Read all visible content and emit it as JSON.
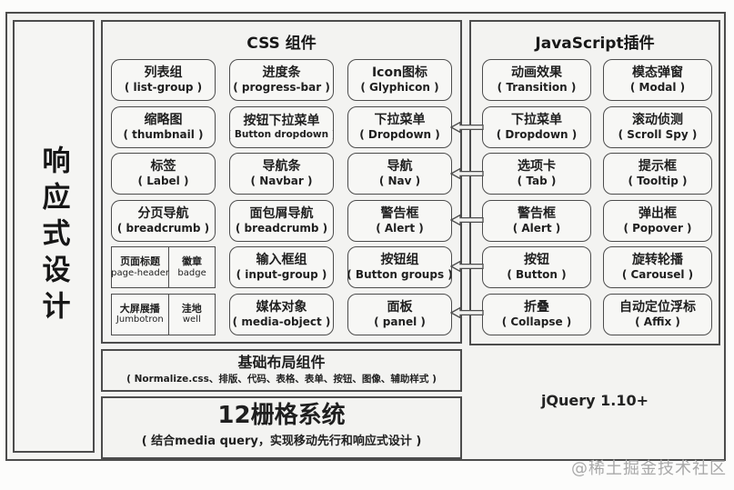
{
  "sidebar": {
    "title": "响应式设计"
  },
  "css_section": {
    "title": "CSS 组件",
    "boxes": [
      {
        "zh": "列表组",
        "en": "( list-group )"
      },
      {
        "zh": "进度条",
        "en": "( progress-bar )"
      },
      {
        "zh": "Icon图标",
        "en": "( Glyphicon )"
      },
      {
        "zh": "缩略图",
        "en": "( thumbnail )"
      },
      {
        "zh": "按钮下拉菜单",
        "en": "( Button dropdown )"
      },
      {
        "zh": "下拉菜单",
        "en": "( Dropdown )"
      },
      {
        "zh": "标签",
        "en": "( Label )"
      },
      {
        "zh": "导航条",
        "en": "( Navbar )"
      },
      {
        "zh": "导航",
        "en": "( Nav )"
      },
      {
        "zh": "分页导航",
        "en": "( breadcrumb )"
      },
      {
        "zh": "面包屑导航",
        "en": "( breadcrumb )"
      },
      {
        "zh": "警告框",
        "en": "( Alert )"
      },
      {
        "cells": [
          {
            "zh": "页面标题",
            "en": "page-header"
          },
          {
            "zh": "徽章",
            "en": "badge"
          }
        ]
      },
      {
        "zh": "输入框组",
        "en": "( input-group )"
      },
      {
        "zh": "按钮组",
        "en": "( Button groups )"
      },
      {
        "cells": [
          {
            "zh": "大屏展播",
            "en": "Jumbotron"
          },
          {
            "zh": "洼地",
            "en": "well"
          }
        ]
      },
      {
        "zh": "媒体对象",
        "en": "( media-object )"
      },
      {
        "zh": "面板",
        "en": "( panel )"
      }
    ]
  },
  "js_section": {
    "title": "JavaScript插件",
    "boxes": [
      {
        "zh": "动画效果",
        "en": "( Transition )"
      },
      {
        "zh": "模态弹窗",
        "en": "( Modal )"
      },
      {
        "zh": "下拉菜单",
        "en": "( Dropdown )"
      },
      {
        "zh": "滚动侦测",
        "en": "( Scroll Spy )"
      },
      {
        "zh": "选项卡",
        "en": "( Tab )"
      },
      {
        "zh": "提示框",
        "en": "( Tooltip )"
      },
      {
        "zh": "警告框",
        "en": "( Alert )"
      },
      {
        "zh": "弹出框",
        "en": "( Popover )"
      },
      {
        "zh": "按钮",
        "en": "( Button )"
      },
      {
        "zh": "旋转轮播",
        "en": "( Carousel )"
      },
      {
        "zh": "折叠",
        "en": "( Collapse )"
      },
      {
        "zh": "自动定位浮标",
        "en": "( Affix )"
      }
    ]
  },
  "base_components": {
    "title": "基础布局组件",
    "subtitle": "( Normalize.css、排版、代码、表格、表单、按钮、图像、辅助样式 )"
  },
  "grid_system": {
    "title": "12栅格系统",
    "subtitle": "( 结合media query，实现移动先行和响应式设计 )"
  },
  "jquery_note": "jQuery 1.10+",
  "watermark": "@稀土掘金技术社区",
  "colors": {
    "border": "#4c4c4c",
    "background": "#f3f3f1",
    "text": "#1f1f1f",
    "watermark": "#a9a9a9"
  }
}
